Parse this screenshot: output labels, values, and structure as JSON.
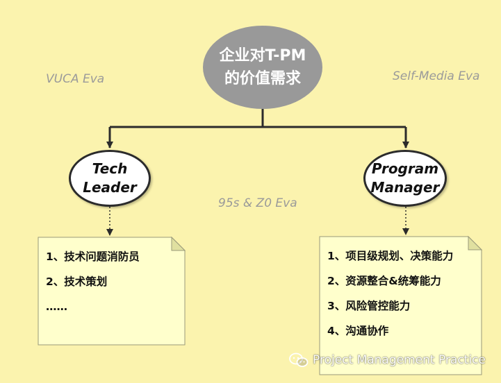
{
  "root": {
    "lines": [
      "企业对T-PM",
      "的价值需求"
    ]
  },
  "eras": {
    "left": "VUCA Eva",
    "right": "Self-Media Eva",
    "middle": "95s & Z0 Eva"
  },
  "tech_leader": {
    "title_lines": [
      "Tech",
      "Leader"
    ],
    "items": [
      "1、技术问题消防员",
      "2、技术策划",
      "……"
    ]
  },
  "program_manager": {
    "title_lines": [
      "Program",
      "Manager"
    ],
    "items": [
      "1、项目级规划、决策能力",
      "2、资源整合&统筹能力",
      "3、风险管控能力",
      "4、沟通协作"
    ]
  },
  "watermark": {
    "text": "Project Management Practice",
    "icon": "wechat-icon"
  },
  "colors": {
    "background": "#fbf3ae",
    "root_fill": "#999999",
    "note_fill": "#ffffcc",
    "connector": "#2b2b2b",
    "era_text": "#9a9a9a"
  }
}
